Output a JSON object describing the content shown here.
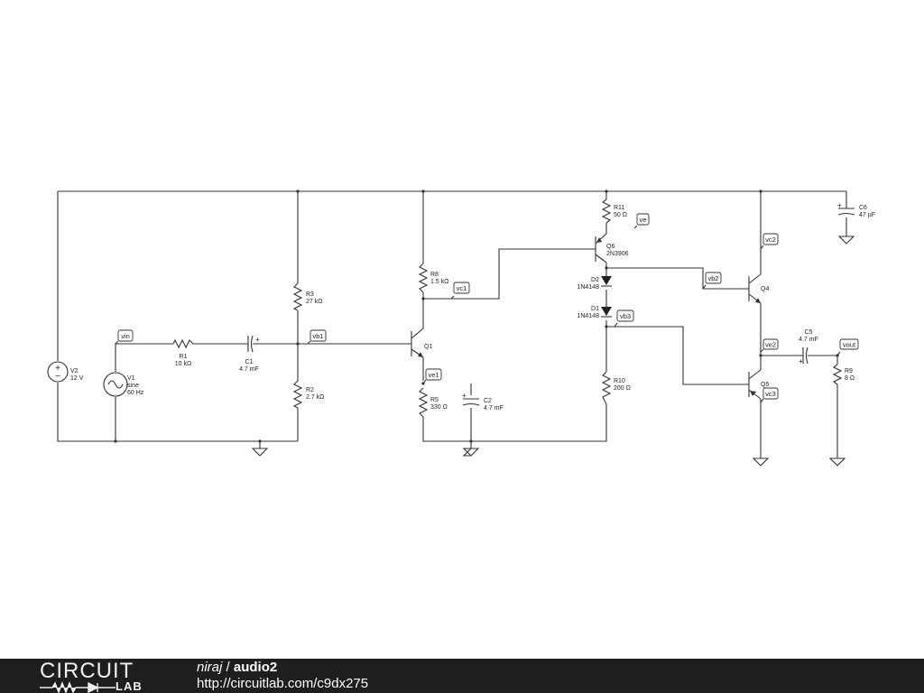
{
  "schematic": {
    "components": [
      {
        "id": "V2",
        "value": "12 V"
      },
      {
        "id": "V1",
        "value": "sine",
        "value2": "60 Hz"
      },
      {
        "id": "R1",
        "value": "10 kΩ"
      },
      {
        "id": "C1",
        "value": "4.7 mF"
      },
      {
        "id": "R3",
        "value": "27 kΩ"
      },
      {
        "id": "R2",
        "value": "2.7 kΩ"
      },
      {
        "id": "R8",
        "value": "1.5 kΩ"
      },
      {
        "id": "Q1",
        "value": ""
      },
      {
        "id": "R5",
        "value": "330 Ω"
      },
      {
        "id": "C2",
        "value": "4.7 mF"
      },
      {
        "id": "R11",
        "value": "50 Ω"
      },
      {
        "id": "Q6",
        "value": "2N3906"
      },
      {
        "id": "D2",
        "value": "1N4148"
      },
      {
        "id": "D1",
        "value": "1N4148"
      },
      {
        "id": "R10",
        "value": "200 Ω"
      },
      {
        "id": "Q4",
        "value": ""
      },
      {
        "id": "Q5",
        "value": ""
      },
      {
        "id": "C5",
        "value": "4.7 mF"
      },
      {
        "id": "R9",
        "value": "8 Ω"
      },
      {
        "id": "C6",
        "value": "47 µF"
      }
    ],
    "nets": [
      "vin",
      "vb1",
      "vc1",
      "ve1",
      "ve",
      "vb2",
      "vb3",
      "vc2",
      "ve2",
      "vc3",
      "vout"
    ]
  },
  "footer": {
    "logo_top": "CIRCUIT",
    "logo_bottom": "LAB",
    "author": "niraj",
    "separator": " / ",
    "title": "audio2",
    "url": "http://circuitlab.com/c9dx275"
  }
}
